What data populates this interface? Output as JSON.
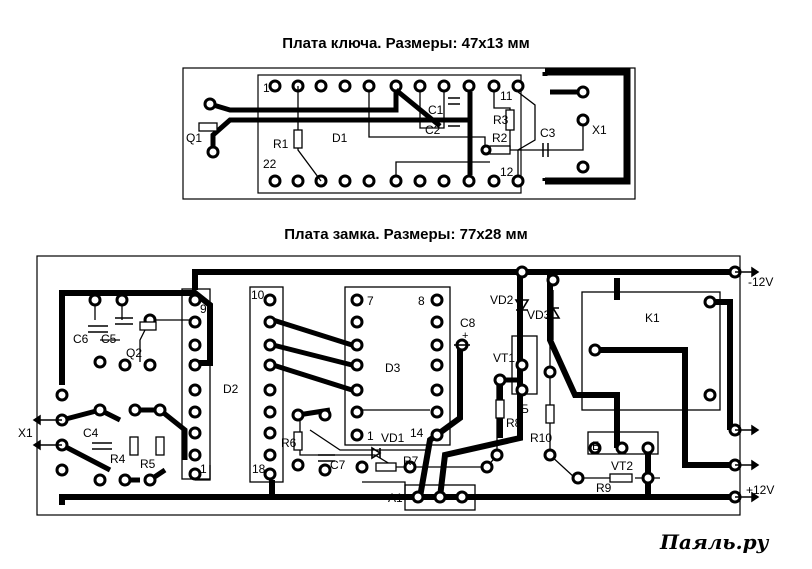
{
  "titles": {
    "key_board": "Плата ключа. Размеры: 47х13 мм",
    "lock_board": "Плата замка. Размеры: 77х28 мм"
  },
  "key_labels": {
    "pin1": "1",
    "pin11": "11",
    "pin22": "22",
    "pin12": "12",
    "q1": "Q1",
    "r1": "R1",
    "d1": "D1",
    "c1": "C1",
    "c2": "C2",
    "r3": "R3",
    "r2": "R2",
    "c3": "C3",
    "x1": "X1"
  },
  "lock_labels": {
    "c6": "C6",
    "c5": "C5",
    "q2": "Q2",
    "pin9": "9",
    "pin1": "1",
    "pin10": "10",
    "pin18": "18",
    "d2": "D2",
    "pin7": "7",
    "pin8": "8",
    "d3": "D3",
    "pin1b": "1",
    "pin14": "14",
    "c8": "C8",
    "c8plus": "+",
    "vd2": "VD2",
    "vd3": "VD3",
    "vt1": "VT1",
    "b1": "Б",
    "r8": "R8",
    "r10": "R10",
    "vd1": "VD1",
    "r7": "R7",
    "r6": "R6",
    "c7": "C7",
    "c4": "C4",
    "r4": "R4",
    "r5": "R5",
    "x1": "X1",
    "k1": "K1",
    "b2": "Б",
    "vt2": "VT2",
    "r9": "R9",
    "a1": "A1",
    "m12": "-12V",
    "p12": "+12V"
  },
  "watermark": "Паяль.ру"
}
